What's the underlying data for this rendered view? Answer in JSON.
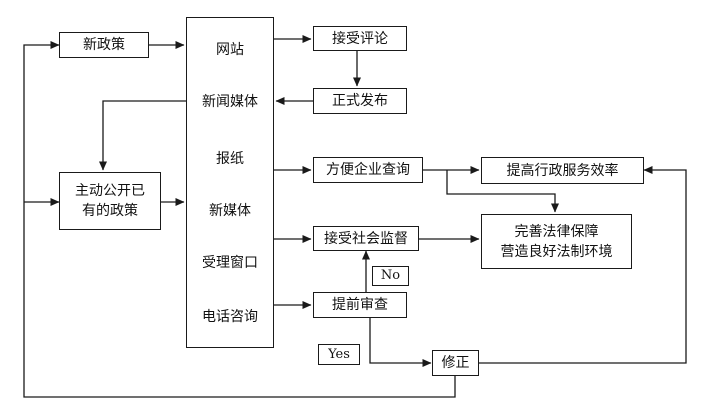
{
  "nodes": {
    "new_policy": "新政策",
    "existing_policy_line1": "主动公开已",
    "existing_policy_line2": "有的政策",
    "comment": "接受评论",
    "publish": "正式发布",
    "enterprise_query": "方便企业查询",
    "efficiency": "提高行政服务效率",
    "legal_line1": "完善法律保障",
    "legal_line2": "营造良好法制环境",
    "social_supervision": "接受社会监督",
    "pre_review": "提前审查",
    "revise": "修正",
    "no_label": "No",
    "yes_label": "Yes"
  },
  "channels": [
    "网站",
    "新闻媒体",
    "报纸",
    "新媒体",
    "受理窗口",
    "电话咨询"
  ]
}
